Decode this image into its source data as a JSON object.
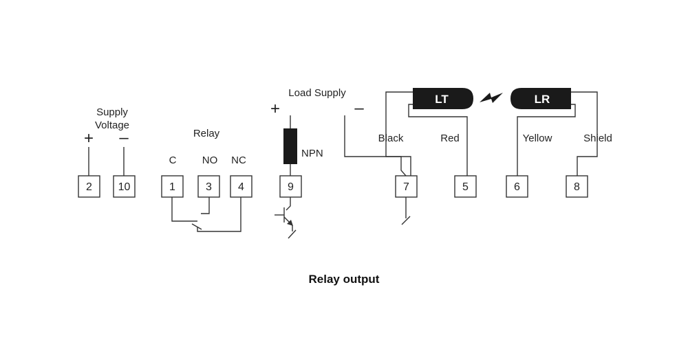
{
  "supply": {
    "label_line1": "Supply",
    "label_line2": "Voltage",
    "plus": "+",
    "minus": "–"
  },
  "relay": {
    "label": "Relay",
    "contacts": [
      "C",
      "NO",
      "NC"
    ]
  },
  "load_supply": {
    "label": "Load Supply",
    "plus": "+",
    "minus": "–"
  },
  "npn_label": "NPN",
  "terminals": [
    "2",
    "10",
    "1",
    "3",
    "4",
    "9",
    "7",
    "5",
    "6",
    "8"
  ],
  "sensors": {
    "transmitter": "LT",
    "receiver": "LR"
  },
  "wires": {
    "black": "Black",
    "red": "Red",
    "yellow": "Yellow",
    "shield": "Shield"
  },
  "caption": "Relay output",
  "colors": {
    "line": "#333333",
    "sensor_fill": "#1a1a1a",
    "load_fill": "#1a1a1a"
  }
}
